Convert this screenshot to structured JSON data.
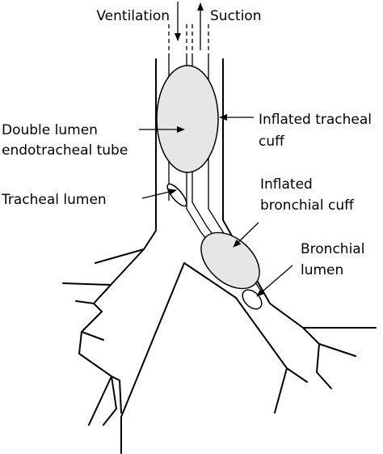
{
  "labels": {
    "ventilation": "Ventilation",
    "suction": "Suction",
    "double_lumen_line1": "Double lumen",
    "double_lumen_line2": "endotracheal tube",
    "tracheal_lumen": "Tracheal lumen",
    "tracheal_cuff_line1": "Inflated tracheal",
    "tracheal_cuff_line2": "cuff",
    "bronchial_cuff_line1": "Inflated",
    "bronchial_cuff_line2": "bronchial cuff",
    "bronchial_lumen_line1": "Bronchial",
    "bronchial_lumen_line2": "lumen"
  },
  "colors": {
    "cuff_fill": "#e6e6e6",
    "stroke": "#000000",
    "background": "#ffffff"
  }
}
